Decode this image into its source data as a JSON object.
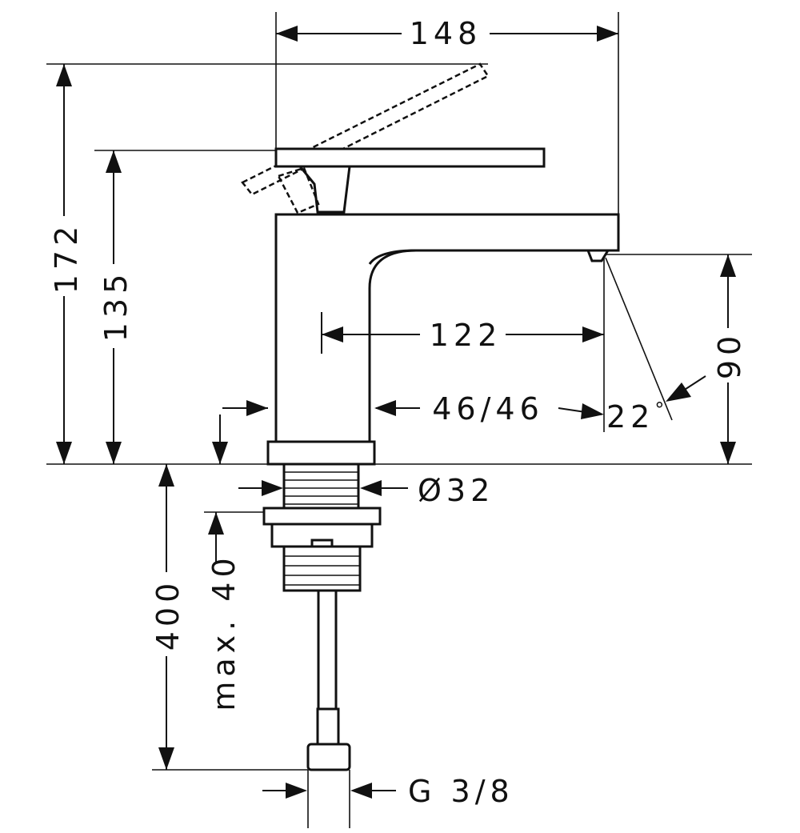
{
  "dimensions": {
    "width_total": "148",
    "height_total": "172",
    "height_spout_top": "135",
    "spout_reach": "122",
    "spout_height": "90",
    "base_offsets": "46/46",
    "spray_angle": "22",
    "spray_angle_unit": "°",
    "shank_diameter": "Ø32",
    "hose_length": "400",
    "max_thickness": "max. 40",
    "connection_thread": "G 3/8"
  },
  "colors": {
    "line": "#111111",
    "background": "#ffffff"
  }
}
